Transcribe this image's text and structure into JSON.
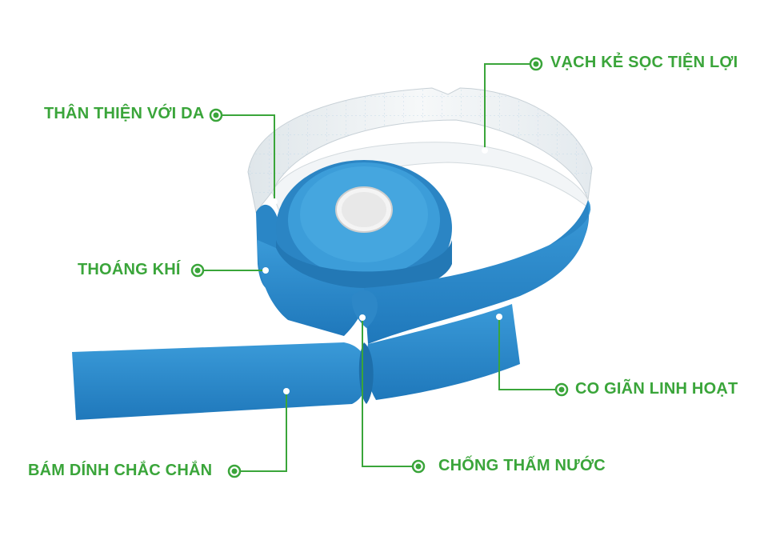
{
  "labels": {
    "skin_friendly": "THÂN THIỆN VỚI DA",
    "grid_lines": "VẠCH KẺ SỌC TIỆN LỢI",
    "breathable": "THOÁNG KHÍ",
    "elastic": "CO GIÃN LINH HOẠT",
    "adhesive": "BÁM DÍNH CHẮC CHẮN",
    "waterproof": "CHỐNG THẤM NƯỚC"
  },
  "colors": {
    "accent_green": "#3aa53a",
    "tape_blue": "#2f8fd0",
    "backing_paper": "#eef2f4"
  }
}
